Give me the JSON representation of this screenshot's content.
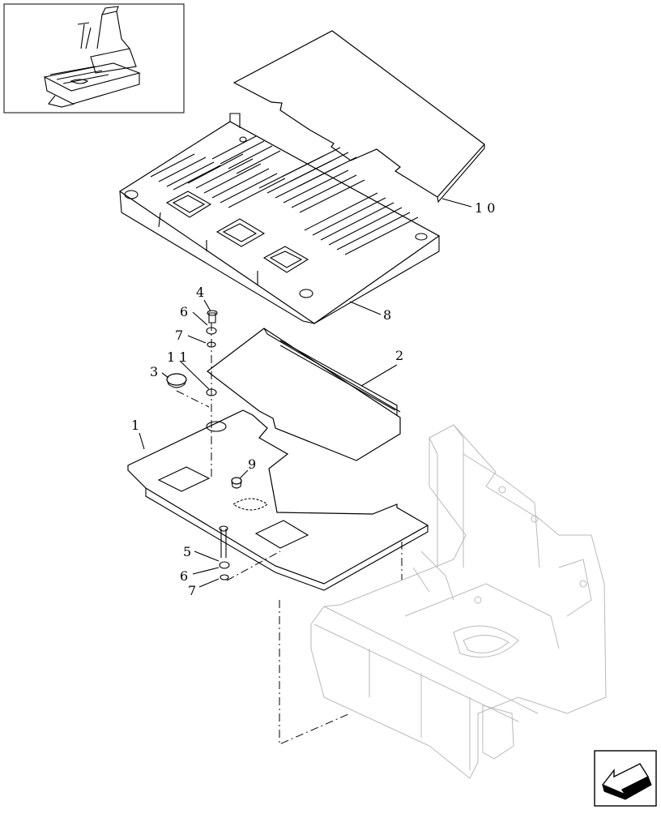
{
  "callouts": [
    {
      "id": "c10",
      "text": "1 0"
    },
    {
      "id": "c8",
      "text": "8"
    },
    {
      "id": "c4",
      "text": "4"
    },
    {
      "id": "c6a",
      "text": "6"
    },
    {
      "id": "c7a",
      "text": "7"
    },
    {
      "id": "c11",
      "text": "1 1"
    },
    {
      "id": "c3",
      "text": "3"
    },
    {
      "id": "c2",
      "text": "2"
    },
    {
      "id": "c1",
      "text": "1"
    },
    {
      "id": "c9",
      "text": "9"
    },
    {
      "id": "c5",
      "text": "5"
    },
    {
      "id": "c6b",
      "text": "6"
    },
    {
      "id": "c7b",
      "text": "7"
    }
  ],
  "icons": {
    "thumbnail": "machine-seat-thumbnail-icon",
    "orientation": "orientation-arrow-icon"
  }
}
